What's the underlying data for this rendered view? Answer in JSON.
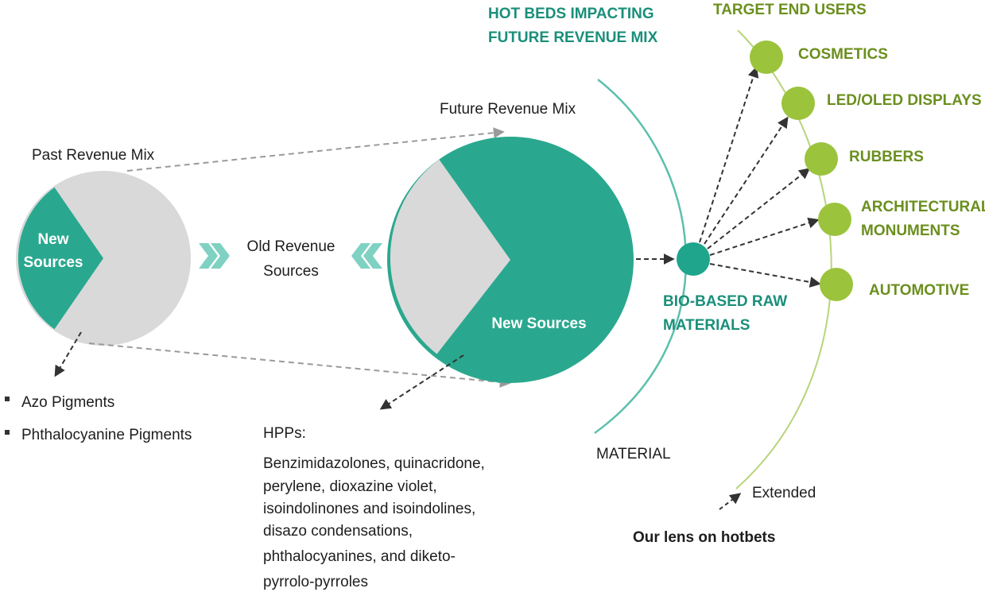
{
  "past_mix": {
    "title": "Past Revenue Mix",
    "new_sources_line1": "New",
    "new_sources_line2": "Sources",
    "items": [
      "Azo Pigments",
      "Phthalocyanine Pigments"
    ]
  },
  "old_revenue": {
    "line1": "Old Revenue",
    "line2": "Sources"
  },
  "future_mix": {
    "title": "Future Revenue Mix",
    "new_sources": "New Sources",
    "hpp_title": "HPPs:",
    "hpp_lines": [
      "Benzimidazolones, quinacridone,",
      "perylene, dioxazine violet,",
      "isoindolinones and isoindolines,",
      "disazo condensations,",
      "phthalocyanines, and diketo-",
      "pyrrolo-pyrroles"
    ]
  },
  "hot_beds": {
    "line1": "HOT BEDS IMPACTING",
    "line2": "FUTURE REVENUE MIX",
    "material": "MATERIAL",
    "bio_line1": "BIO-BASED RAW",
    "bio_line2": "MATERIALS"
  },
  "end_users": {
    "title": "TARGET END USERS",
    "items": [
      {
        "line1": "COSMETICS"
      },
      {
        "line1": "LED/OLED DISPLAYS"
      },
      {
        "line1": "RUBBERS"
      },
      {
        "line1": "ARCHITECTURAL",
        "line2": "MONUMENTS"
      },
      {
        "line1": "AUTOMOTIVE"
      }
    ]
  },
  "legend": {
    "extended": "Extended",
    "lens": "Our lens on hotbets"
  },
  "colors": {
    "teal": "#2aa88f",
    "gray": "#d9d9d9",
    "green": "#9bc33c",
    "green_text": "#6b8f1e",
    "teal_text": "#1a8f7a"
  }
}
